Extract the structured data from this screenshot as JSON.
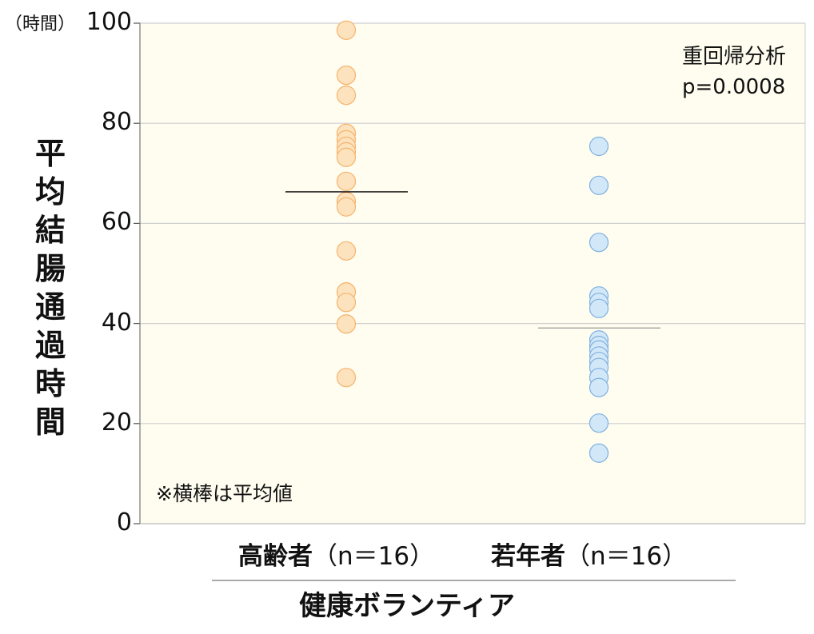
{
  "chart_data": {
    "type": "scatter",
    "title": "",
    "ylabel": "平均結腸通過時間",
    "yunit": "（時間）",
    "xlabel": "健康ボランティア",
    "ylim": [
      0,
      100
    ],
    "yticks": [
      0,
      20,
      40,
      60,
      80,
      100
    ],
    "grid": true,
    "categories": [
      {
        "name": "高齢者",
        "n_label": "（n＝16）"
      },
      {
        "name": "若年者",
        "n_label": "（n＝16）"
      }
    ],
    "series": [
      {
        "name": "高齢者",
        "color": "#f6b26b",
        "fill": "#fde3bd",
        "mean": 66.3,
        "mean_color": "#000000",
        "values": [
          98.6,
          89.6,
          85.6,
          78.0,
          76.7,
          75.4,
          74.3,
          73.2,
          68.4,
          64.4,
          63.3,
          54.5,
          46.3,
          44.2,
          39.9,
          29.2
        ]
      },
      {
        "name": "若年者",
        "color": "#7fb0e0",
        "fill": "#d2e8f8",
        "mean": 39.1,
        "mean_color": "#999999",
        "values": [
          75.4,
          67.6,
          56.2,
          45.5,
          44.2,
          43.0,
          36.7,
          35.6,
          34.7,
          33.5,
          32.4,
          31.2,
          29.2,
          27.2,
          20.1,
          14.1
        ]
      }
    ],
    "annotations": {
      "test": "重回帰分析",
      "p_value": "p=0.0008",
      "note": "※横棒は平均値"
    }
  }
}
